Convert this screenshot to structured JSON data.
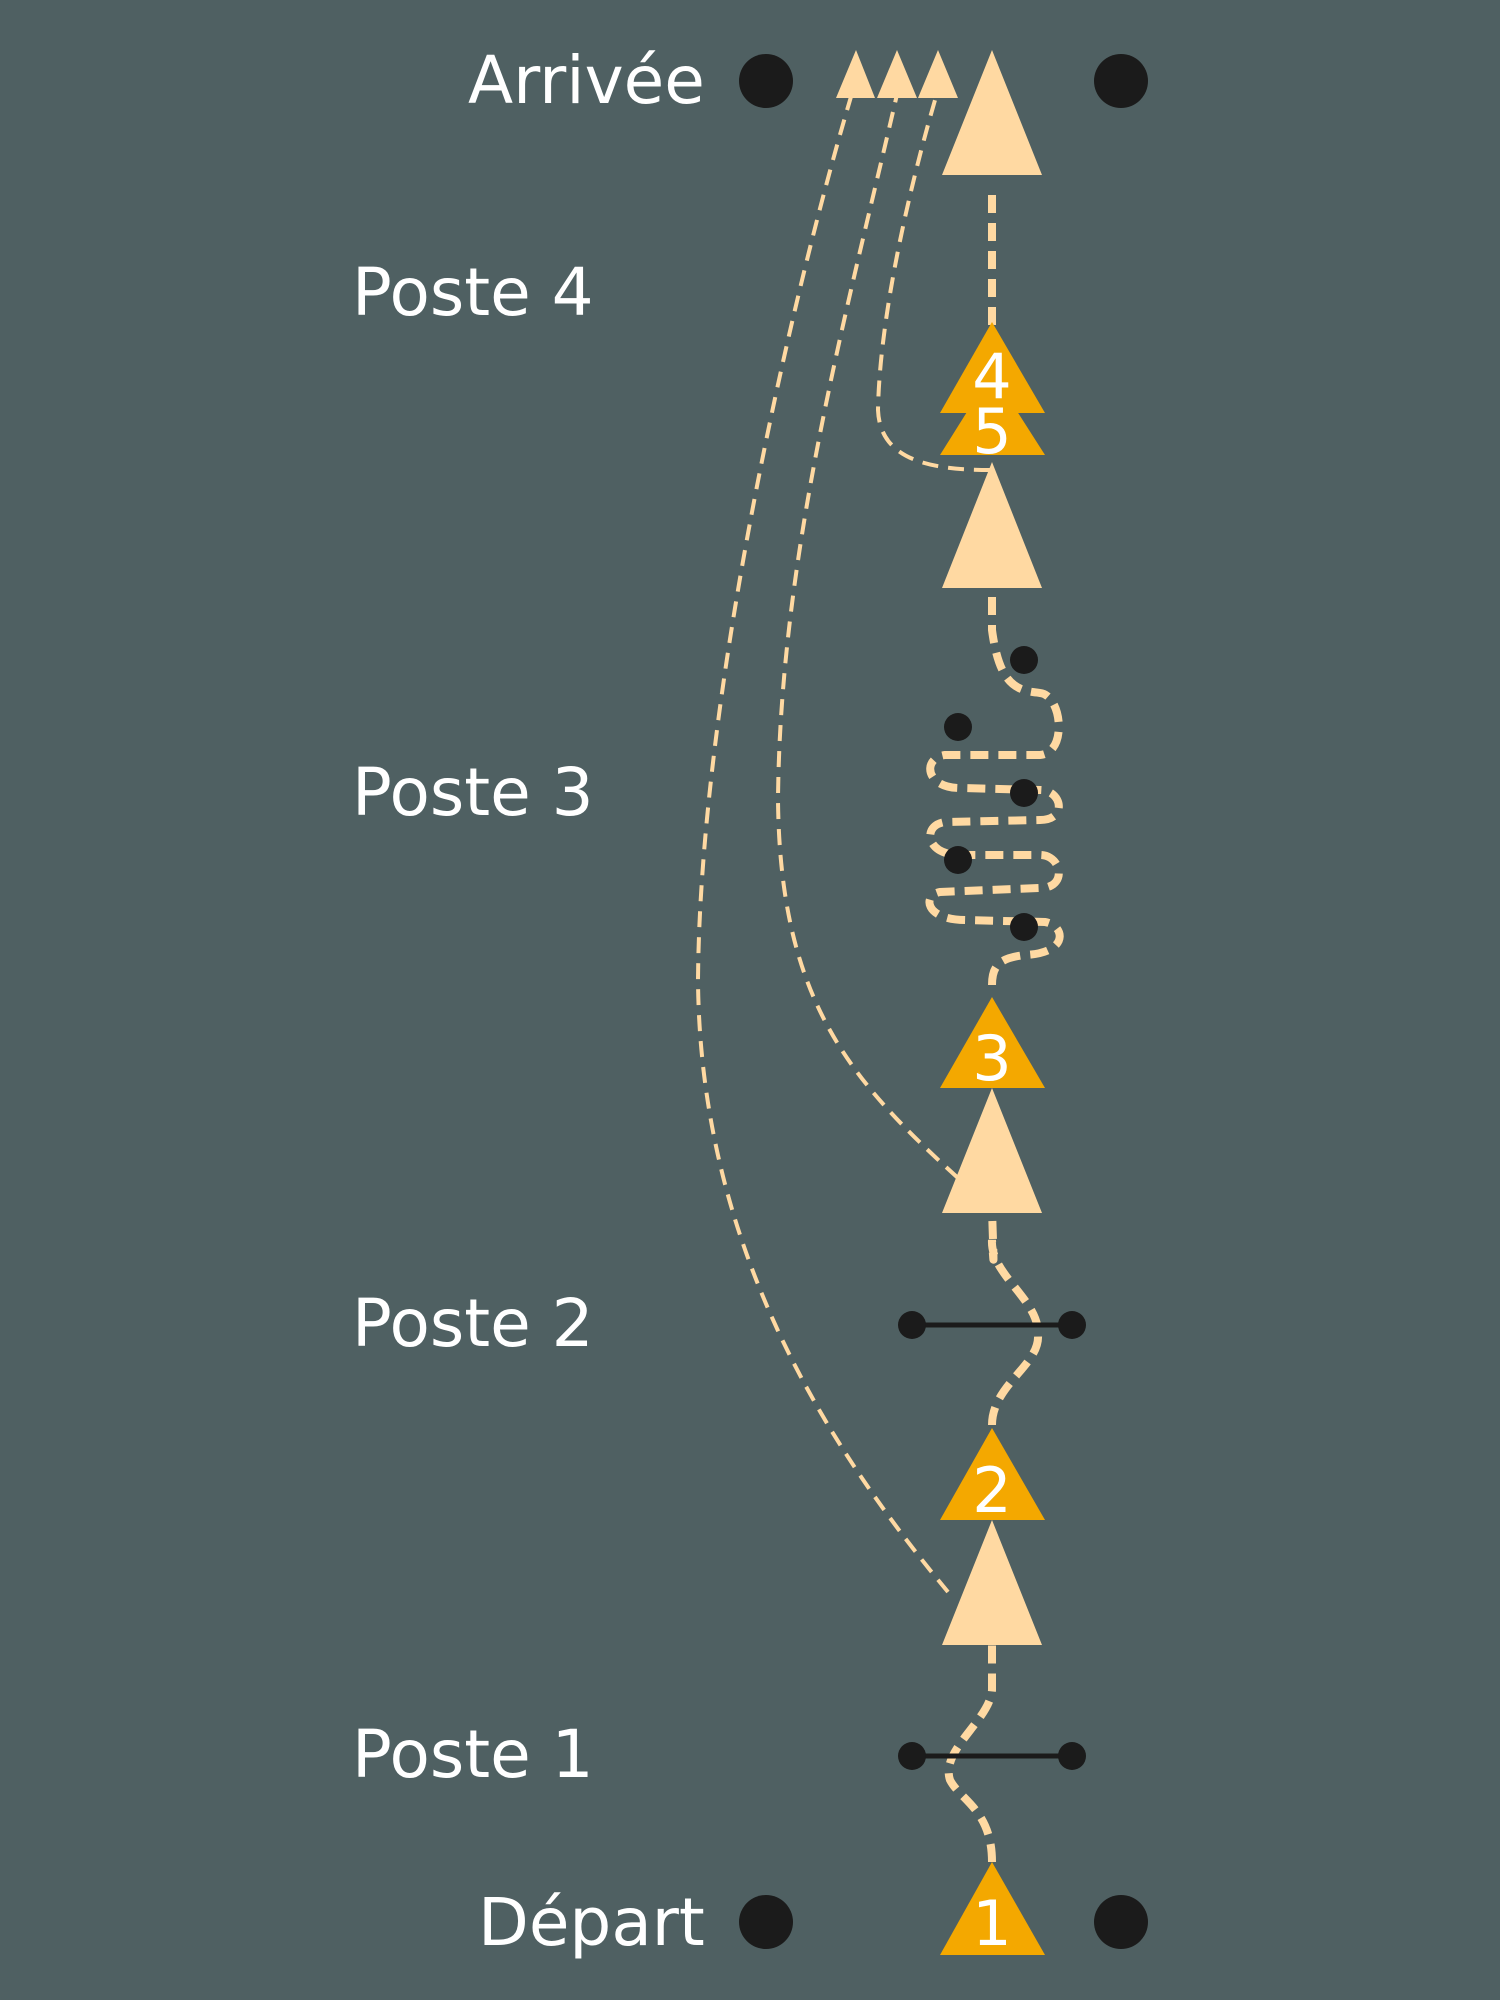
{
  "labels": {
    "arrivee": "Arrivée",
    "poste4": "Poste 4",
    "poste3": "Poste 3",
    "poste2": "Poste 2",
    "poste1": "Poste 1",
    "depart": "Départ"
  },
  "markers": {
    "m1": "1",
    "m2": "2",
    "m3": "3",
    "m4": "4",
    "m5": "5"
  },
  "colors": {
    "background": "#4f6062",
    "cone_pale": "#ffd9a2",
    "cone_orange": "#f4a800",
    "dark": "#1b1b1b",
    "text": "#ffffff"
  }
}
